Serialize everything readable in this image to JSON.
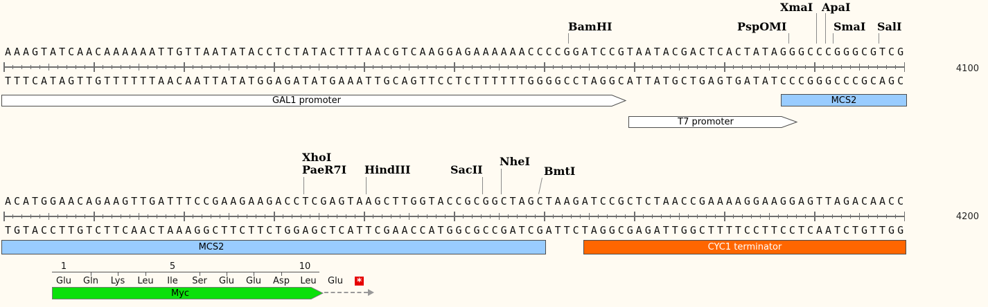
{
  "sequence_viewer": {
    "rows": [
      {
        "position_label": "4100",
        "top_strand": "AAAGTATCAACAAAAAATTGTTAATATACCTCTATACTTTAACGTCAAGGAGAAAAAACCCCGGATCCGTAATACGACTCACTATAGGGCCCGGGCGTCG",
        "bottom_strand": "TTTCATAGTTGTTTTTTAACAATTATATGGAGATATGAAATTGCAGTTCCTCTTTTTTGGGGCCTAGGCATTATGCTGAGTGATATCCCGGGCCCGCAGC",
        "enzymes": [
          {
            "label": "BamHI"
          },
          {
            "label": "PspOMI"
          },
          {
            "label": "XmaI"
          },
          {
            "label": "ApaI"
          },
          {
            "label": "SmaI"
          },
          {
            "label": "SalI"
          }
        ]
      },
      {
        "position_label": "4200",
        "top_strand": "ACATGGAACAGAAGTTGATTTCCGAAGAAGACCTCGAGTAAGCTTGGTACCGCGGCTAGCTAAGATCCGCTCTAACCGAAAAGGAAGGAGTTAGACAACC",
        "bottom_strand": "TGTACCTTGTCTTCAACTAAAGGCTTCTTCTGGAGCTCATTCGAACCATGGCGCCGATCGATTCTAGGCGAGATTGGCTTTTCCTTCCTCAATCTGTTGG",
        "enzymes": [
          {
            "label": "XhoI"
          },
          {
            "label": "PaeR7I"
          },
          {
            "label": "HindIII"
          },
          {
            "label": "SacII"
          },
          {
            "label": "NheI"
          },
          {
            "label": "BmtI"
          }
        ]
      }
    ],
    "annotations": [
      {
        "label": "GAL1 promoter",
        "type": "promoter-arrow",
        "color": "#ffffff"
      },
      {
        "label": "MCS2",
        "type": "region",
        "color": "#99ccff"
      },
      {
        "label": "T7 promoter",
        "type": "promoter-arrow",
        "color": "#ffffff"
      },
      {
        "label": "MCS2",
        "type": "region",
        "color": "#99ccff"
      },
      {
        "label": "CYC1 terminator",
        "type": "region",
        "color": "#ff6600"
      },
      {
        "label": "Myc",
        "type": "tag-arrow",
        "color": "#0be00b"
      }
    ],
    "translation": {
      "ruler_numbers": [
        "1",
        "5",
        "10"
      ],
      "residues": [
        "Glu",
        "Gln",
        "Lys",
        "Leu",
        "Ile",
        "Ser",
        "Glu",
        "Glu",
        "Asp",
        "Leu",
        "Glu"
      ],
      "stop": "*",
      "stop_color": "#e60000"
    }
  }
}
